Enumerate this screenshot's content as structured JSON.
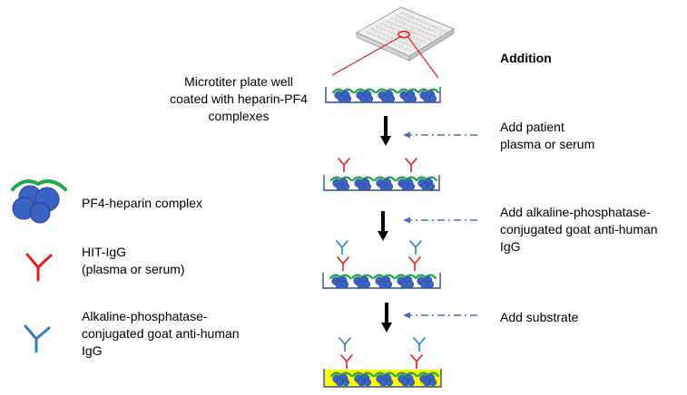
{
  "heading": "Addition",
  "plate_label": "Microtiter plate well\ncoated with heparin-PF4\ncomplexes",
  "steps": [
    "Add patient\nplasma or serum",
    "Add alkaline-phosphatase-\nconjugated goat anti-human\nIgG",
    "Add substrate"
  ],
  "legend": [
    {
      "label": "PF4-heparin complex",
      "icon": "pf4-heparin-complex-icon"
    },
    {
      "label": "HIT-IgG\n(plasma or serum)",
      "icon": "hit-igg-antibody-icon"
    },
    {
      "label": "Alkaline-phosphatase-\nconjugated goat anti-human\nIgG",
      "icon": "anti-human-igg-antibody-icon"
    }
  ],
  "colors": {
    "well_outline": "#2f4f8f",
    "complex_blue": "#3b63c4",
    "heparin_green": "#1fa84a",
    "hit_igg_red": "#e0201c",
    "anti_igg_blue": "#2f7dbf",
    "substrate_yellow": "#ffff00",
    "dashed_arrow": "#4a6fb5"
  }
}
